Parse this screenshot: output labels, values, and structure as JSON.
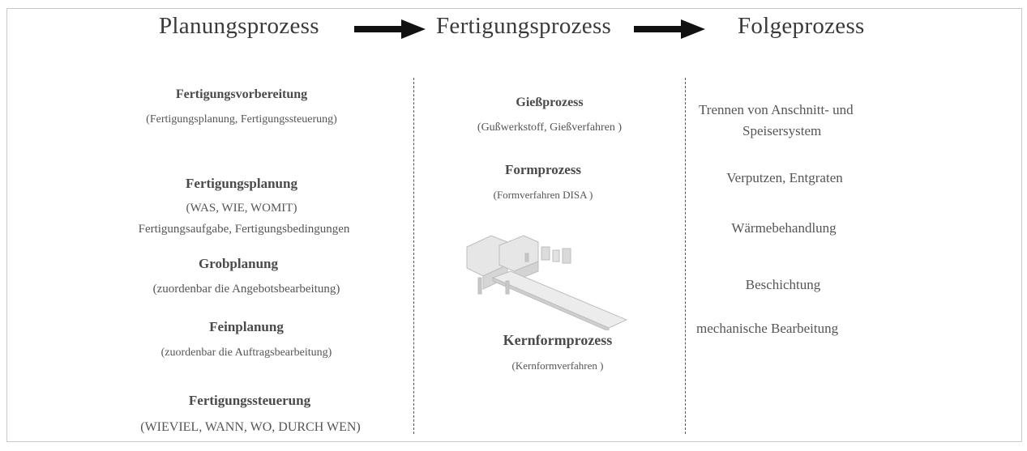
{
  "header": {
    "planung": "Planungsprozess",
    "fertigung": "Fertigungsprozess",
    "folge": "Folgeprozess"
  },
  "planung": {
    "fv_title": "Fertigungsvorbereitung",
    "fv_sub": "(Fertigungsplanung, Fertigungssteuerung)",
    "fp_title": "Fertigungsplanung",
    "fp_sub": "(WAS, WIE, WOMIT)",
    "fp_sub2": "Fertigungsaufgabe, Fertigungsbedingungen",
    "gp_title": "Grobplanung",
    "gp_sub": "(zuordenbar die Angebotsbearbeitung)",
    "fein_title": "Feinplanung",
    "fein_sub": "(zuordenbar die Auftragsbearbeitung)",
    "fs_title": "Fertigungssteuerung",
    "fs_sub": "(WIEVIEL, WANN, WO, DURCH WEN)"
  },
  "fertigung": {
    "giess_title": "Gießprozess",
    "giess_sub": "(Gußwerkstoff, Gießverfahren )",
    "form_title": "Formprozess",
    "form_sub": "(Formverfahren DISA )",
    "kern_title": "Kernformprozess",
    "kern_sub": "(Kernformverfahren )"
  },
  "folge": {
    "trennen_line1": "Trennen von Anschnitt- und",
    "trennen_line2": "Speisersystem",
    "verputzen": "Verputzen, Entgraten",
    "waerme": "Wärmebehandlung",
    "beschichtung": "Beschichtung",
    "mechanisch": "mechanische Bearbeitung"
  }
}
